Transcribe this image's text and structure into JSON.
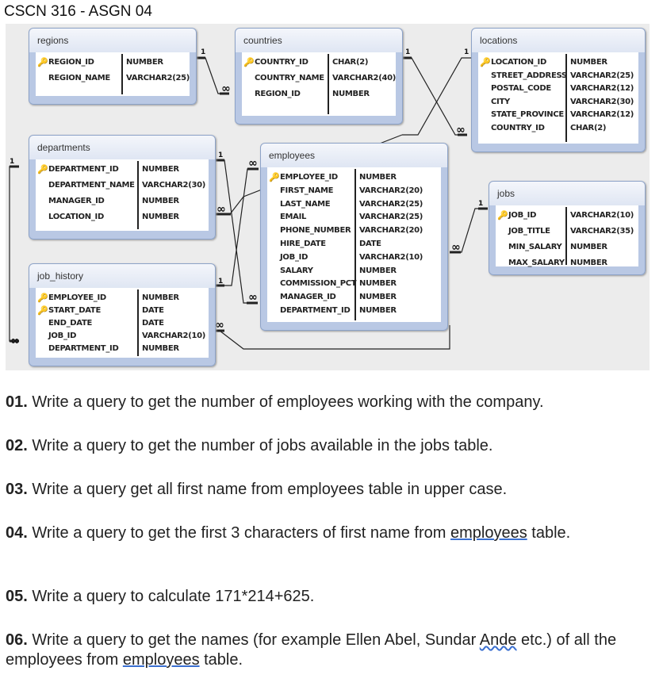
{
  "title": "CSCN 316 - ASGN 04",
  "tables": {
    "regions": {
      "name": "regions",
      "rows": [
        [
          "REGION_ID",
          "NUMBER",
          1
        ],
        [
          "REGION_NAME",
          "VARCHAR2(25)",
          0
        ]
      ]
    },
    "countries": {
      "name": "countries",
      "rows": [
        [
          "COUNTRY_ID",
          "CHAR(2)",
          1
        ],
        [
          "COUNTRY_NAME",
          "VARCHAR2(40)",
          0
        ],
        [
          "REGION_ID",
          "NUMBER",
          0
        ]
      ]
    },
    "locations": {
      "name": "locations",
      "rows": [
        [
          "LOCATION_ID",
          "NUMBER",
          1
        ],
        [
          "STREET_ADDRESS",
          "VARCHAR2(25)",
          0
        ],
        [
          "POSTAL_CODE",
          "VARCHAR2(12)",
          0
        ],
        [
          "CITY",
          "VARCHAR2(30)",
          0
        ],
        [
          "STATE_PROVINCE",
          "VARCHAR2(12)",
          0
        ],
        [
          "COUNTRY_ID",
          "CHAR(2)",
          0
        ]
      ]
    },
    "departments": {
      "name": "departments",
      "rows": [
        [
          "DEPARTMENT_ID",
          "NUMBER",
          1
        ],
        [
          "DEPARTMENT_NAME",
          "VARCHAR2(30)",
          0
        ],
        [
          "MANAGER_ID",
          "NUMBER",
          0
        ],
        [
          "LOCATION_ID",
          "NUMBER",
          0
        ]
      ]
    },
    "employees": {
      "name": "employees",
      "rows": [
        [
          "EMPLOYEE_ID",
          "NUMBER",
          1
        ],
        [
          "FIRST_NAME",
          "VARCHAR2(20)",
          0
        ],
        [
          "LAST_NAME",
          "VARCHAR2(25)",
          0
        ],
        [
          "EMAIL",
          "VARCHAR2(25)",
          0
        ],
        [
          "PHONE_NUMBER",
          "VARCHAR2(20)",
          0
        ],
        [
          "HIRE_DATE",
          "DATE",
          0
        ],
        [
          "JOB_ID",
          "VARCHAR2(10)",
          0
        ],
        [
          "SALARY",
          "NUMBER",
          0
        ],
        [
          "COMMISSION_PCT",
          "NUMBER",
          0
        ],
        [
          "MANAGER_ID",
          "NUMBER",
          0
        ],
        [
          "DEPARTMENT_ID",
          "NUMBER",
          0
        ]
      ]
    },
    "jobs": {
      "name": "jobs",
      "rows": [
        [
          "JOB_ID",
          "VARCHAR2(10)",
          1
        ],
        [
          "JOB_TITLE",
          "VARCHAR2(35)",
          0
        ],
        [
          "MIN_SALARY",
          "NUMBER",
          0
        ],
        [
          "MAX_SALARY",
          "NUMBER",
          0
        ]
      ]
    },
    "job_history": {
      "name": "job_history",
      "rows": [
        [
          "EMPLOYEE_ID",
          "NUMBER",
          1
        ],
        [
          "START_DATE",
          "DATE",
          1
        ],
        [
          "END_DATE",
          "DATE",
          0
        ],
        [
          "JOB_ID",
          "VARCHAR2(10)",
          0
        ],
        [
          "DEPARTMENT_ID",
          "NUMBER",
          0
        ]
      ]
    }
  },
  "cardinality": {
    "one": "1",
    "many": "∞"
  },
  "questions": [
    {
      "num": "01.",
      "text": "Write a query to get the number of employees working with the company."
    },
    {
      "num": "02.",
      "text": "Write a query to get the number of jobs available in the jobs table."
    },
    {
      "num": "03.",
      "text": "Write a query get all first name from employees table in upper case."
    },
    {
      "num": "04.",
      "pre": "Write a query to get the first 3 characters of first name from ",
      "u": "employees",
      "post": " table."
    },
    {
      "num": "05.",
      "text": "Write a query to calculate 171*214+625."
    },
    {
      "num": "06.",
      "pre": "Write a query to get the names (for example Ellen Abel, Sundar ",
      "w": "Ande",
      "mid": " etc.) of all the employees from ",
      "u": "employees",
      "post": " table."
    }
  ]
}
